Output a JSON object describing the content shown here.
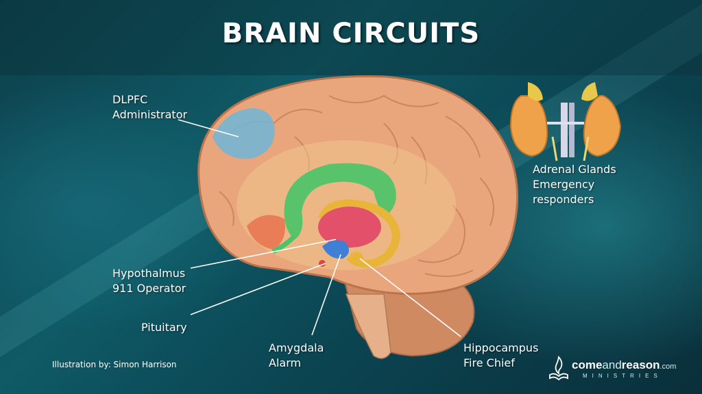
{
  "slide": {
    "title": "BRAIN CIRCUITS",
    "credit": "Illustration by: Simon Harrison"
  },
  "labels": {
    "dlpfc": {
      "line1": "DLPFC",
      "line2": "Administrator"
    },
    "adrenal": {
      "line1": "Adrenal Glands",
      "line2": "Emergency",
      "line3": "responders"
    },
    "hypothalamus": {
      "line1": "Hypothalmus",
      "line2": "911 Operator"
    },
    "pituitary": {
      "line1": "Pituitary"
    },
    "amygdala": {
      "line1": "Amygdala",
      "line2": "Alarm"
    },
    "hippocampus": {
      "line1": "Hippocampus",
      "line2": "Fire Chief"
    }
  },
  "logo": {
    "word_thin_1": "come",
    "word_thin_2": "and",
    "word_bold": "reason",
    "word_suffix": ".com",
    "subtitle": "MINISTRIES"
  },
  "colors": {
    "brain": "#e9a57c",
    "dlpfc_region": "#6fb6d8",
    "cingulate": "#4cc46a",
    "thalamus": "#e2506a",
    "hippocampus": "#e8b53a",
    "amygdala": "#3f7fd6"
  }
}
